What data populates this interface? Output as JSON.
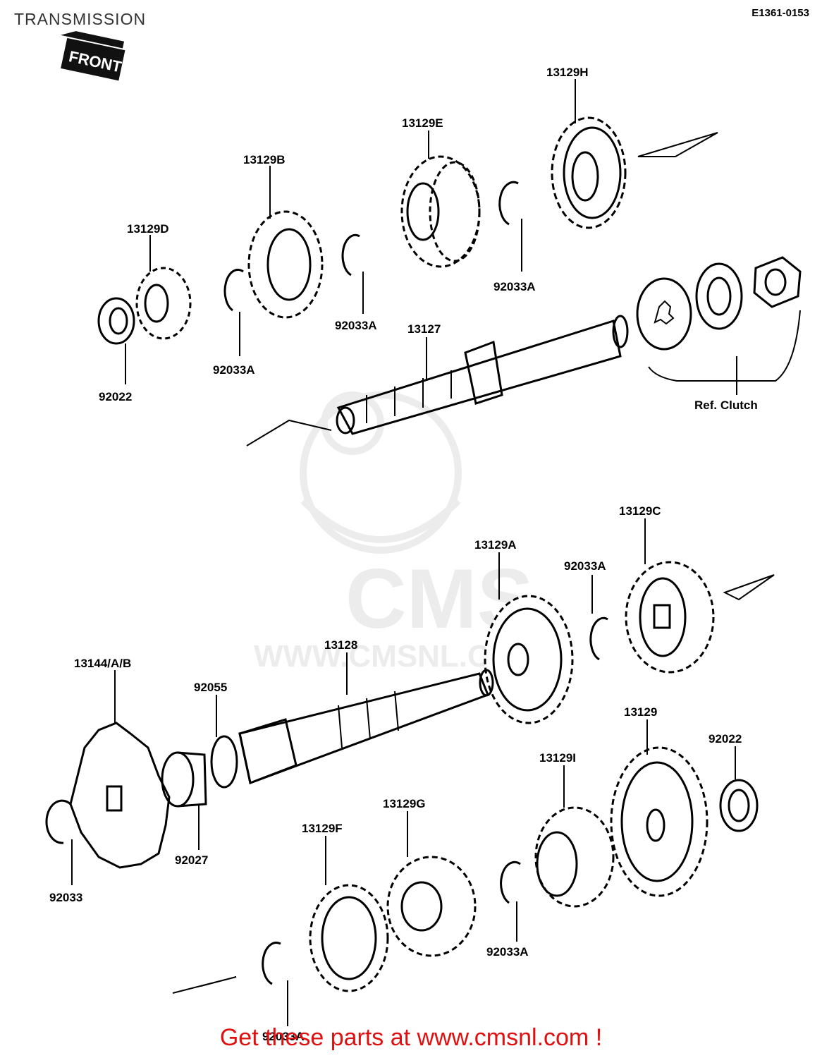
{
  "header": {
    "title": "TRANSMISSION",
    "diagram_code": "E1361-0153"
  },
  "front_badge": "FRONT",
  "watermark": {
    "brand": "CMS",
    "url": "WWW.CMSNL.COM"
  },
  "parts": {
    "p13129H": "13129H",
    "p13129E": "13129E",
    "p13129B": "13129B",
    "p13129D": "13129D",
    "p92033A_1": "92033A",
    "p92033A_2": "92033A",
    "p92033A_3": "92033A",
    "p92022_1": "92022",
    "p13127": "13127",
    "ref_clutch": "Ref. Clutch",
    "p13129C": "13129C",
    "p13129A": "13129A",
    "p92033A_4": "92033A",
    "p13128": "13128",
    "p13144": "13144/A/B",
    "p92055": "92055",
    "p13129": "13129",
    "p92022_2": "92022",
    "p13129I": "13129I",
    "p13129G": "13129G",
    "p13129F": "13129F",
    "p92027": "92027",
    "p92033": "92033",
    "p92033A_5": "92033A",
    "p92033A_6": "92033A"
  },
  "cta": "Get these parts at www.cmsnl.com !"
}
